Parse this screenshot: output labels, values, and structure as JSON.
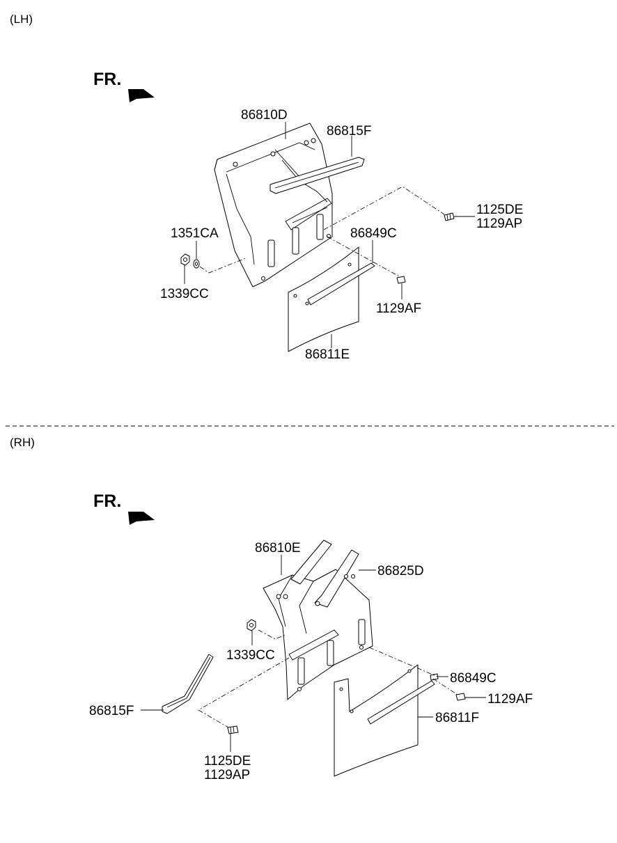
{
  "lh": {
    "section_label": "(LH)",
    "front_label": "FR.",
    "parts": {
      "bracket": "86810D",
      "stay": "86815F",
      "bolt_a": "1125DE",
      "bolt_b": "1129AP",
      "washer": "1351CA",
      "nut": "1339CC",
      "strip": "86849C",
      "screw": "1129AF",
      "mudguard": "86811E"
    }
  },
  "rh": {
    "section_label": "(RH)",
    "front_label": "FR.",
    "parts": {
      "bracket": "86810E",
      "support": "86825D",
      "nut": "1339CC",
      "strip": "86849C",
      "screw": "1129AF",
      "stay": "86815F",
      "mudguard": "86811F",
      "bolt_a": "1125DE",
      "bolt_b": "1129AP"
    }
  }
}
